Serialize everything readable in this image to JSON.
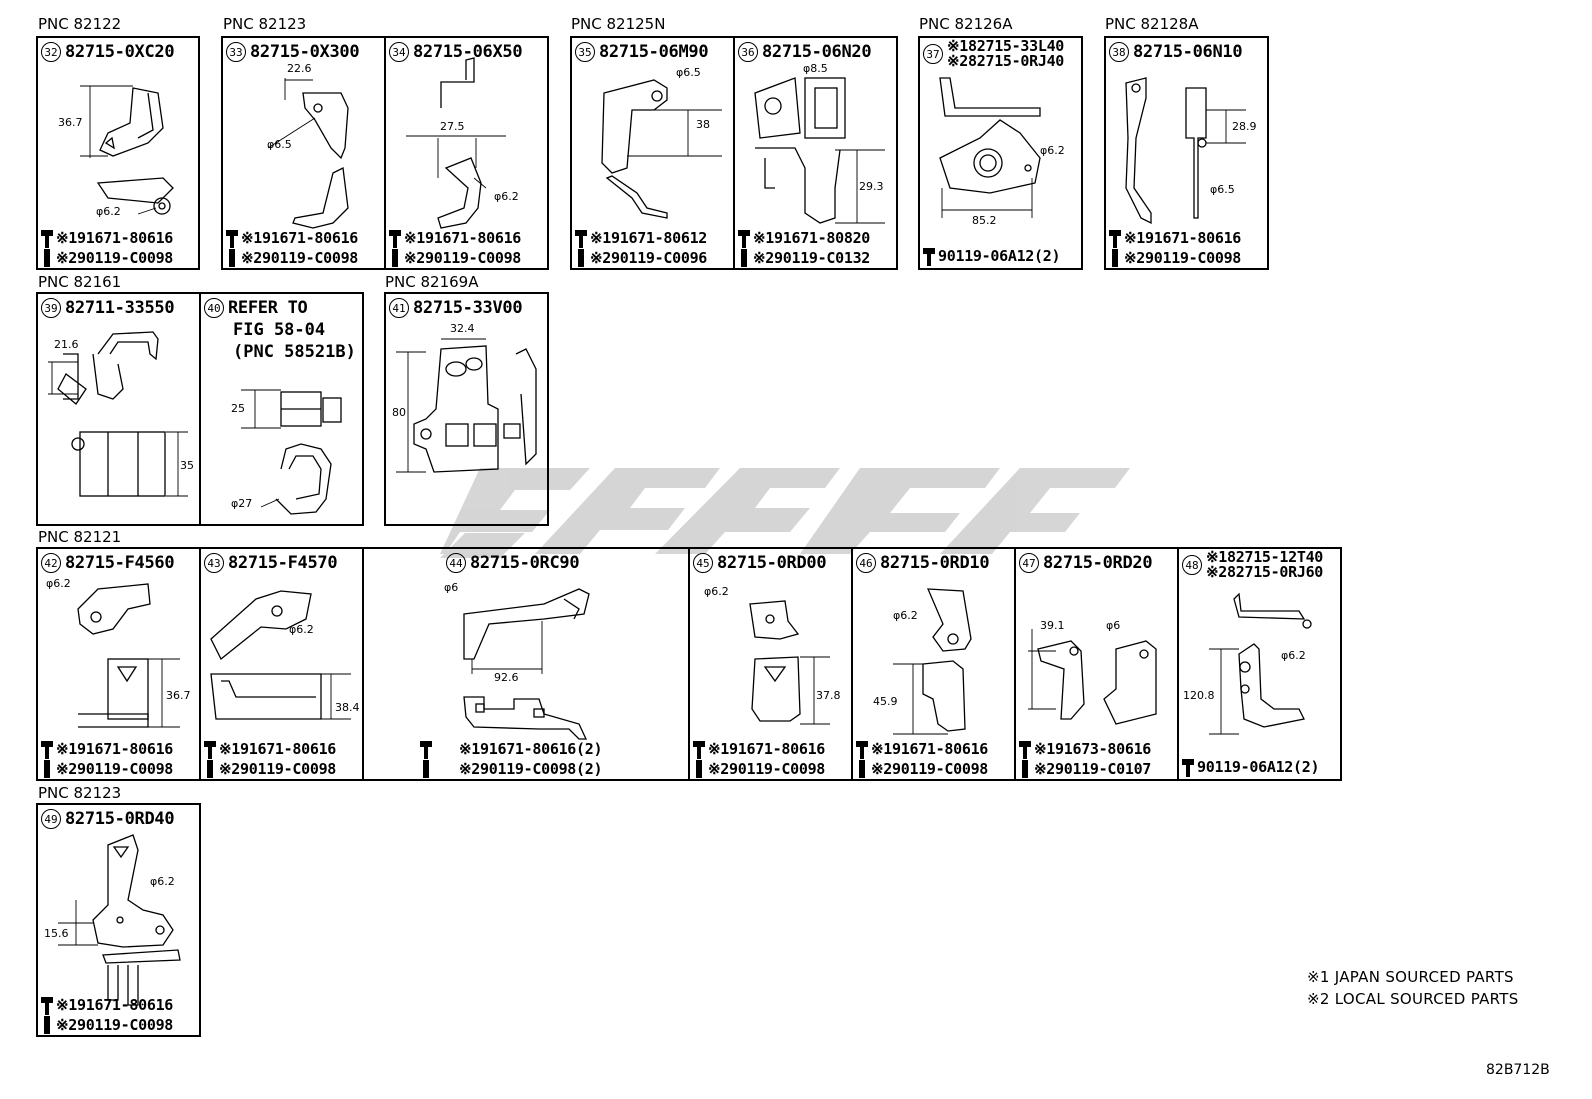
{
  "pncs": {
    "p82122": "PNC 82122",
    "p82123a": "PNC 82123",
    "p82125N": "PNC 82125N",
    "p82126A": "PNC 82126A",
    "p82128A": "PNC 82128A",
    "p82161": "PNC 82161",
    "p82169A": "PNC 82169A",
    "p82121": "PNC 82121",
    "p82123b": "PNC 82123"
  },
  "parts": {
    "b32": {
      "num": "32",
      "pn": "82715-0XC20",
      "b1": "※191671-80616",
      "b2": "※290119-C0098",
      "d": [
        "36.7",
        "φ6.2"
      ]
    },
    "b33": {
      "num": "33",
      "pn": "82715-0X300",
      "b1": "※191671-80616",
      "b2": "※290119-C0098",
      "d": [
        "22.6",
        "φ6.5"
      ]
    },
    "b34": {
      "num": "34",
      "pn": "82715-06X50",
      "b1": "※191671-80616",
      "b2": "※290119-C0098",
      "d": [
        "27.5",
        "φ6.2"
      ]
    },
    "b35": {
      "num": "35",
      "pn": "82715-06M90",
      "b1": "※191671-80612",
      "b2": "※290119-C0096",
      "d": [
        "φ6.5",
        "38"
      ]
    },
    "b36": {
      "num": "36",
      "pn": "82715-06N20",
      "b1": "※191671-80820",
      "b2": "※290119-C0132",
      "d": [
        "φ8.5",
        "29.3"
      ]
    },
    "b37": {
      "num": "37",
      "pn1": "※182715-33L40",
      "pn2": "※282715-0RJ40",
      "b1": "90119-06A12(2)",
      "d": [
        "φ6.2",
        "85.2"
      ]
    },
    "b38": {
      "num": "38",
      "pn": "82715-06N10",
      "b1": "※191671-80616",
      "b2": "※290119-C0098",
      "d": [
        "28.9",
        "φ6.5"
      ]
    },
    "b39": {
      "num": "39",
      "pn": "82711-33550",
      "d": [
        "21.6",
        "35"
      ]
    },
    "b40": {
      "num": "40",
      "l1": "REFER TO",
      "l2": "FIG 58-04",
      "l3": "(PNC 58521B)",
      "d": [
        "25",
        "φ27"
      ]
    },
    "b41": {
      "num": "41",
      "pn": "82715-33V00",
      "d": [
        "32.4",
        "80"
      ]
    },
    "b42": {
      "num": "42",
      "pn": "82715-F4560",
      "b1": "※191671-80616",
      "b2": "※290119-C0098",
      "d": [
        "φ6.2",
        "36.7"
      ]
    },
    "b43": {
      "num": "43",
      "pn": "82715-F4570",
      "b1": "※191671-80616",
      "b2": "※290119-C0098",
      "d": [
        "φ6.2",
        "38.4"
      ]
    },
    "b44": {
      "num": "44",
      "pn": "82715-0RC90",
      "b1": "※191671-80616(2)",
      "b2": "※290119-C0098(2)",
      "d": [
        "φ6",
        "92.6"
      ]
    },
    "b45": {
      "num": "45",
      "pn": "82715-0RD00",
      "b1": "※191671-80616",
      "b2": "※290119-C0098",
      "d": [
        "φ6.2",
        "37.8"
      ]
    },
    "b46": {
      "num": "46",
      "pn": "82715-0RD10",
      "b1": "※191671-80616",
      "b2": "※290119-C0098",
      "d": [
        "φ6.2",
        "45.9"
      ]
    },
    "b47": {
      "num": "47",
      "pn": "82715-0RD20",
      "b1": "※191673-80616",
      "b2": "※290119-C0107",
      "d": [
        "39.1",
        "φ6"
      ]
    },
    "b48": {
      "num": "48",
      "pn1": "※182715-12T40",
      "pn2": "※282715-0RJ60",
      "b1": "90119-06A12(2)",
      "d": [
        "φ6.2",
        "120.8"
      ]
    },
    "b49": {
      "num": "49",
      "pn": "82715-0RD40",
      "b1": "※191671-80616",
      "b2": "※290119-C0098",
      "d": [
        "φ6.2",
        "15.6"
      ]
    }
  },
  "notes": [
    "※1 JAPAN SOURCED PARTS",
    "※2 LOCAL SOURCED PARTS"
  ],
  "code": "82B712B",
  "colors": {
    "line": "#000000",
    "watermark": "#c8c8c8"
  }
}
